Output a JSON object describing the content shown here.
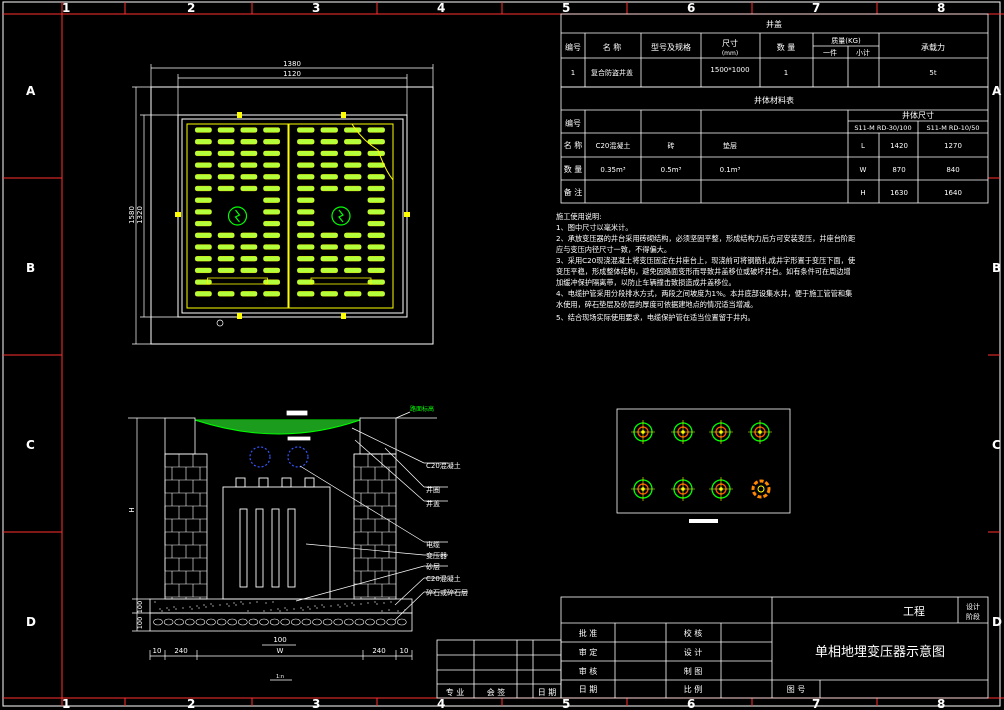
{
  "frame": {
    "columns": [
      "1",
      "2",
      "3",
      "4",
      "5",
      "6",
      "7",
      "8"
    ],
    "rows": [
      "A",
      "B",
      "C",
      "D"
    ]
  },
  "plan": {
    "dim_outer": "1380",
    "dim_inner": "1120",
    "dim_height_outer": "1580",
    "dim_height_inner": "1320"
  },
  "cover_table": {
    "title": "井盖",
    "headers": [
      "编号",
      "名 称",
      "型号及规格",
      "尺寸",
      "(mm)",
      "数 量",
      "质量(KG)",
      "一件",
      "小计",
      "承载力"
    ],
    "row": [
      "1",
      "复合防盗井盖",
      "",
      "1500*1000",
      "1",
      "",
      "",
      "5t"
    ]
  },
  "material_table": {
    "title": "井体材料表",
    "col_num": "编号",
    "well_size": "井体尺寸",
    "model_a": "S11-M RD-30/100",
    "model_b": "S11-M RD-10/50",
    "rows": [
      {
        "label": "名 称",
        "c1": "C20混凝土",
        "c2": "砖",
        "c3": "垫层",
        "dim": "L",
        "a": "1420",
        "b": "1270"
      },
      {
        "label": "数 量",
        "c1": "0.35m³",
        "c2": "0.5m³",
        "c3": "0.1m³",
        "dim": "W",
        "a": "870",
        "b": "840"
      },
      {
        "label": "备 注",
        "c1": "",
        "c2": "",
        "c3": "",
        "dim": "H",
        "a": "1630",
        "b": "1640"
      }
    ]
  },
  "notes": {
    "title": "施工使用说明:",
    "lines": [
      "1、图中尺寸以毫米计。",
      "2、承放变压器的井台采用砖砌结构，必须坚固平整，形成结构力后方可安装变压，井座台阶距",
      "    应与变压内径尺寸一致，不得偏大。",
      "3、采用C20现浇混凝土将变压固定在井座台上，现浇前可将钢筋扎成井字形置于变压下面，使",
      "    变压平稳，形成整体结构，避免因路面变形而导致井盖移位或破坏井台。如有条件可在周边增",
      "    加缓冲保护隔离带，以防止车辆撞击致损造成井盖移位。",
      "4、电缆护管采用分段排水方式，两段之间坡度为1%。本井底部设集水井，便于施工管管和集",
      "    水使用，碎石垫层及砂层的厚度可依据建地点的情况适当增减。",
      "5、结合现场实际使用要求，电缆保护管在适当位置留于井内。"
    ]
  },
  "section": {
    "ground_label": "路面标高",
    "labels": [
      "C20混凝土",
      "井圈",
      "井盖",
      "电缆",
      "变压器",
      "砂层",
      "C20混凝土",
      "碎石或碎石层"
    ],
    "dim_h": "H",
    "dim_100a": "100",
    "dim_100b": "100",
    "dim_bottom": [
      "10",
      "240",
      "W",
      "240",
      "10"
    ],
    "dim_100c": "100",
    "scale_note": "1:n"
  },
  "title_block": {
    "project": "工程",
    "stage1": "设计",
    "stage2": "阶段",
    "drawing_title": "单相地埋变压器示意图",
    "left_col": [
      "批 准",
      "审 定",
      "审 核",
      "日 期"
    ],
    "mid_col": [
      "校 核",
      "设 计",
      "制 图",
      "比 例"
    ],
    "drawing_no": "图 号",
    "sign_headers": [
      "专 业",
      "会 签",
      "日 期"
    ]
  }
}
